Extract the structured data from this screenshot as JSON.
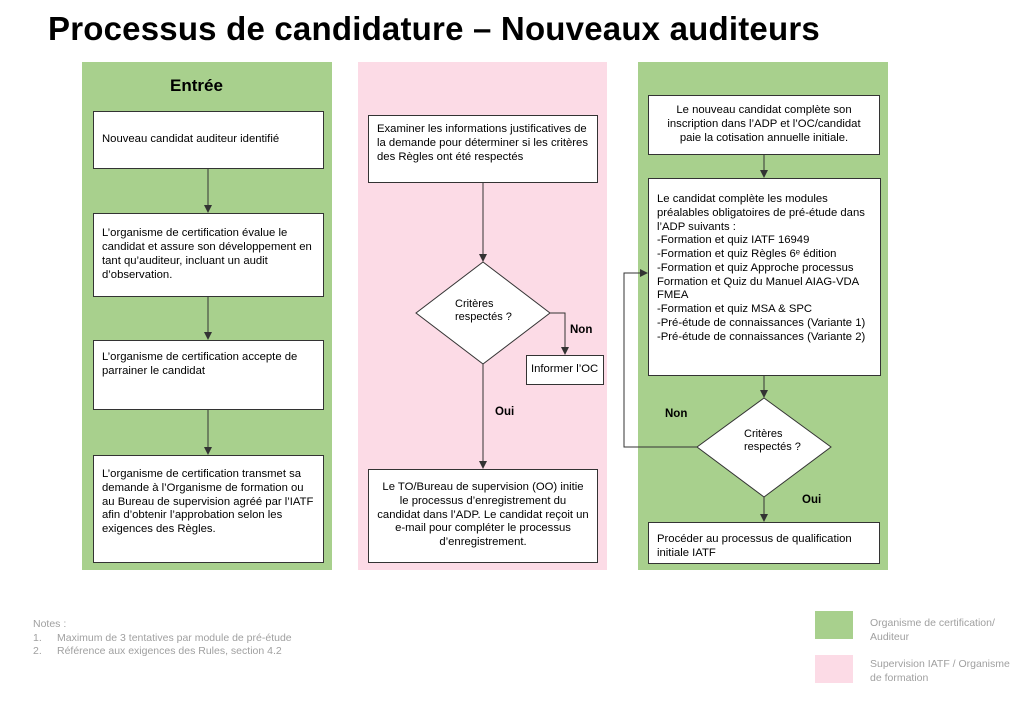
{
  "title": "Processus de candidature – Nouveaux auditeurs",
  "colors": {
    "green": "#a8d08d",
    "pink": "#fcdbe6"
  },
  "column1": {
    "heading": "Entrée",
    "box1": "Nouveau candidat auditeur identifié",
    "box2": "L’organisme de certification évalue le candidat et assure son développement en tant qu’auditeur, incluant un audit d’observation.",
    "box3": "L’organisme de certification accepte de parrainer le candidat",
    "box4": "L’organisme de certification transmet sa demande à l’Organisme de formation ou au Bureau de supervision agréé par l’IATF afin d’obtenir l’approbation selon les exigences des Règles."
  },
  "column2": {
    "box1": "Examiner les informations justificatives de la demande pour déterminer si les critères des Règles ont été respectés",
    "decision": "Critères respectés ?",
    "label_no": "Non",
    "box_no": "Informer l’OC",
    "label_yes": "Oui",
    "box_yes": "Le TO/Bureau de supervision (OO) initie le processus d’enregistrement du candidat dans l’ADP. Le candidat reçoit un e-mail pour compléter le processus d’enregistrement."
  },
  "column3": {
    "box1": "Le nouveau candidat complète son inscription dans l’ADP et l’OC/candidat paie la cotisation annuelle initiale.",
    "box2_lines": [
      "Le candidat complète les modules",
      "préalables obligatoires de pré-étude dans",
      "l’ADP suivants :",
      "-Formation et quiz IATF 16949",
      "-Formation et quiz Règles 6ᵉ édition",
      "-Formation et quiz Approche processus",
      "Formation et Quiz du Manuel AIAG-VDA",
      "FMEA",
      "-Formation et quiz MSA & SPC",
      "-Pré-étude de connaissances (Variante 1)",
      "-Pré-étude de connaissances (Variante 2)"
    ],
    "decision": "Critères respectés ?",
    "label_no": "Non",
    "label_yes": "Oui",
    "box3": "Procéder au processus de qualification initiale IATF"
  },
  "notes": {
    "heading": "Notes :",
    "items": [
      {
        "num": "1.",
        "text": "Maximum de 3 tentatives par module de pré-étude"
      },
      {
        "num": "2.",
        "text": "Référence aux exigences des Rules, section 4.2"
      }
    ]
  },
  "legend": {
    "green_label": "Organisme de certification/ Auditeur",
    "pink_label": "Supervision IATF / Organisme de formation"
  }
}
